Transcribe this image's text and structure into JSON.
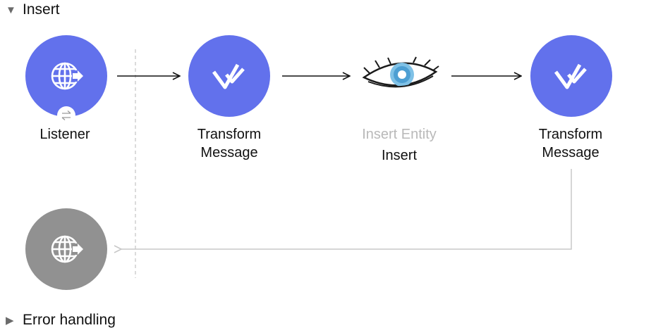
{
  "flow": {
    "title": "Insert",
    "nodes": [
      {
        "id": "listener",
        "icon": "http-globe-icon",
        "lines": [
          "Listener"
        ]
      },
      {
        "id": "transform-1",
        "icon": "dataweave-icon",
        "lines": [
          "Transform",
          "Message"
        ]
      },
      {
        "id": "insert-entity",
        "icon": "cassandra-eye-icon",
        "lines": [
          "Insert Entity",
          "Insert"
        ]
      },
      {
        "id": "transform-2",
        "icon": "dataweave-icon",
        "lines": [
          "Transform",
          "Message"
        ]
      }
    ],
    "response_icon": "http-globe-icon",
    "listener_badge_icon": "swap-arrows-icon"
  },
  "error_handling": {
    "title": "Error handling"
  },
  "colors": {
    "node_blue": "#6271ec",
    "node_gray": "#919191",
    "muted_text": "#b9b9b9",
    "return_line": "#c8c8c8"
  }
}
